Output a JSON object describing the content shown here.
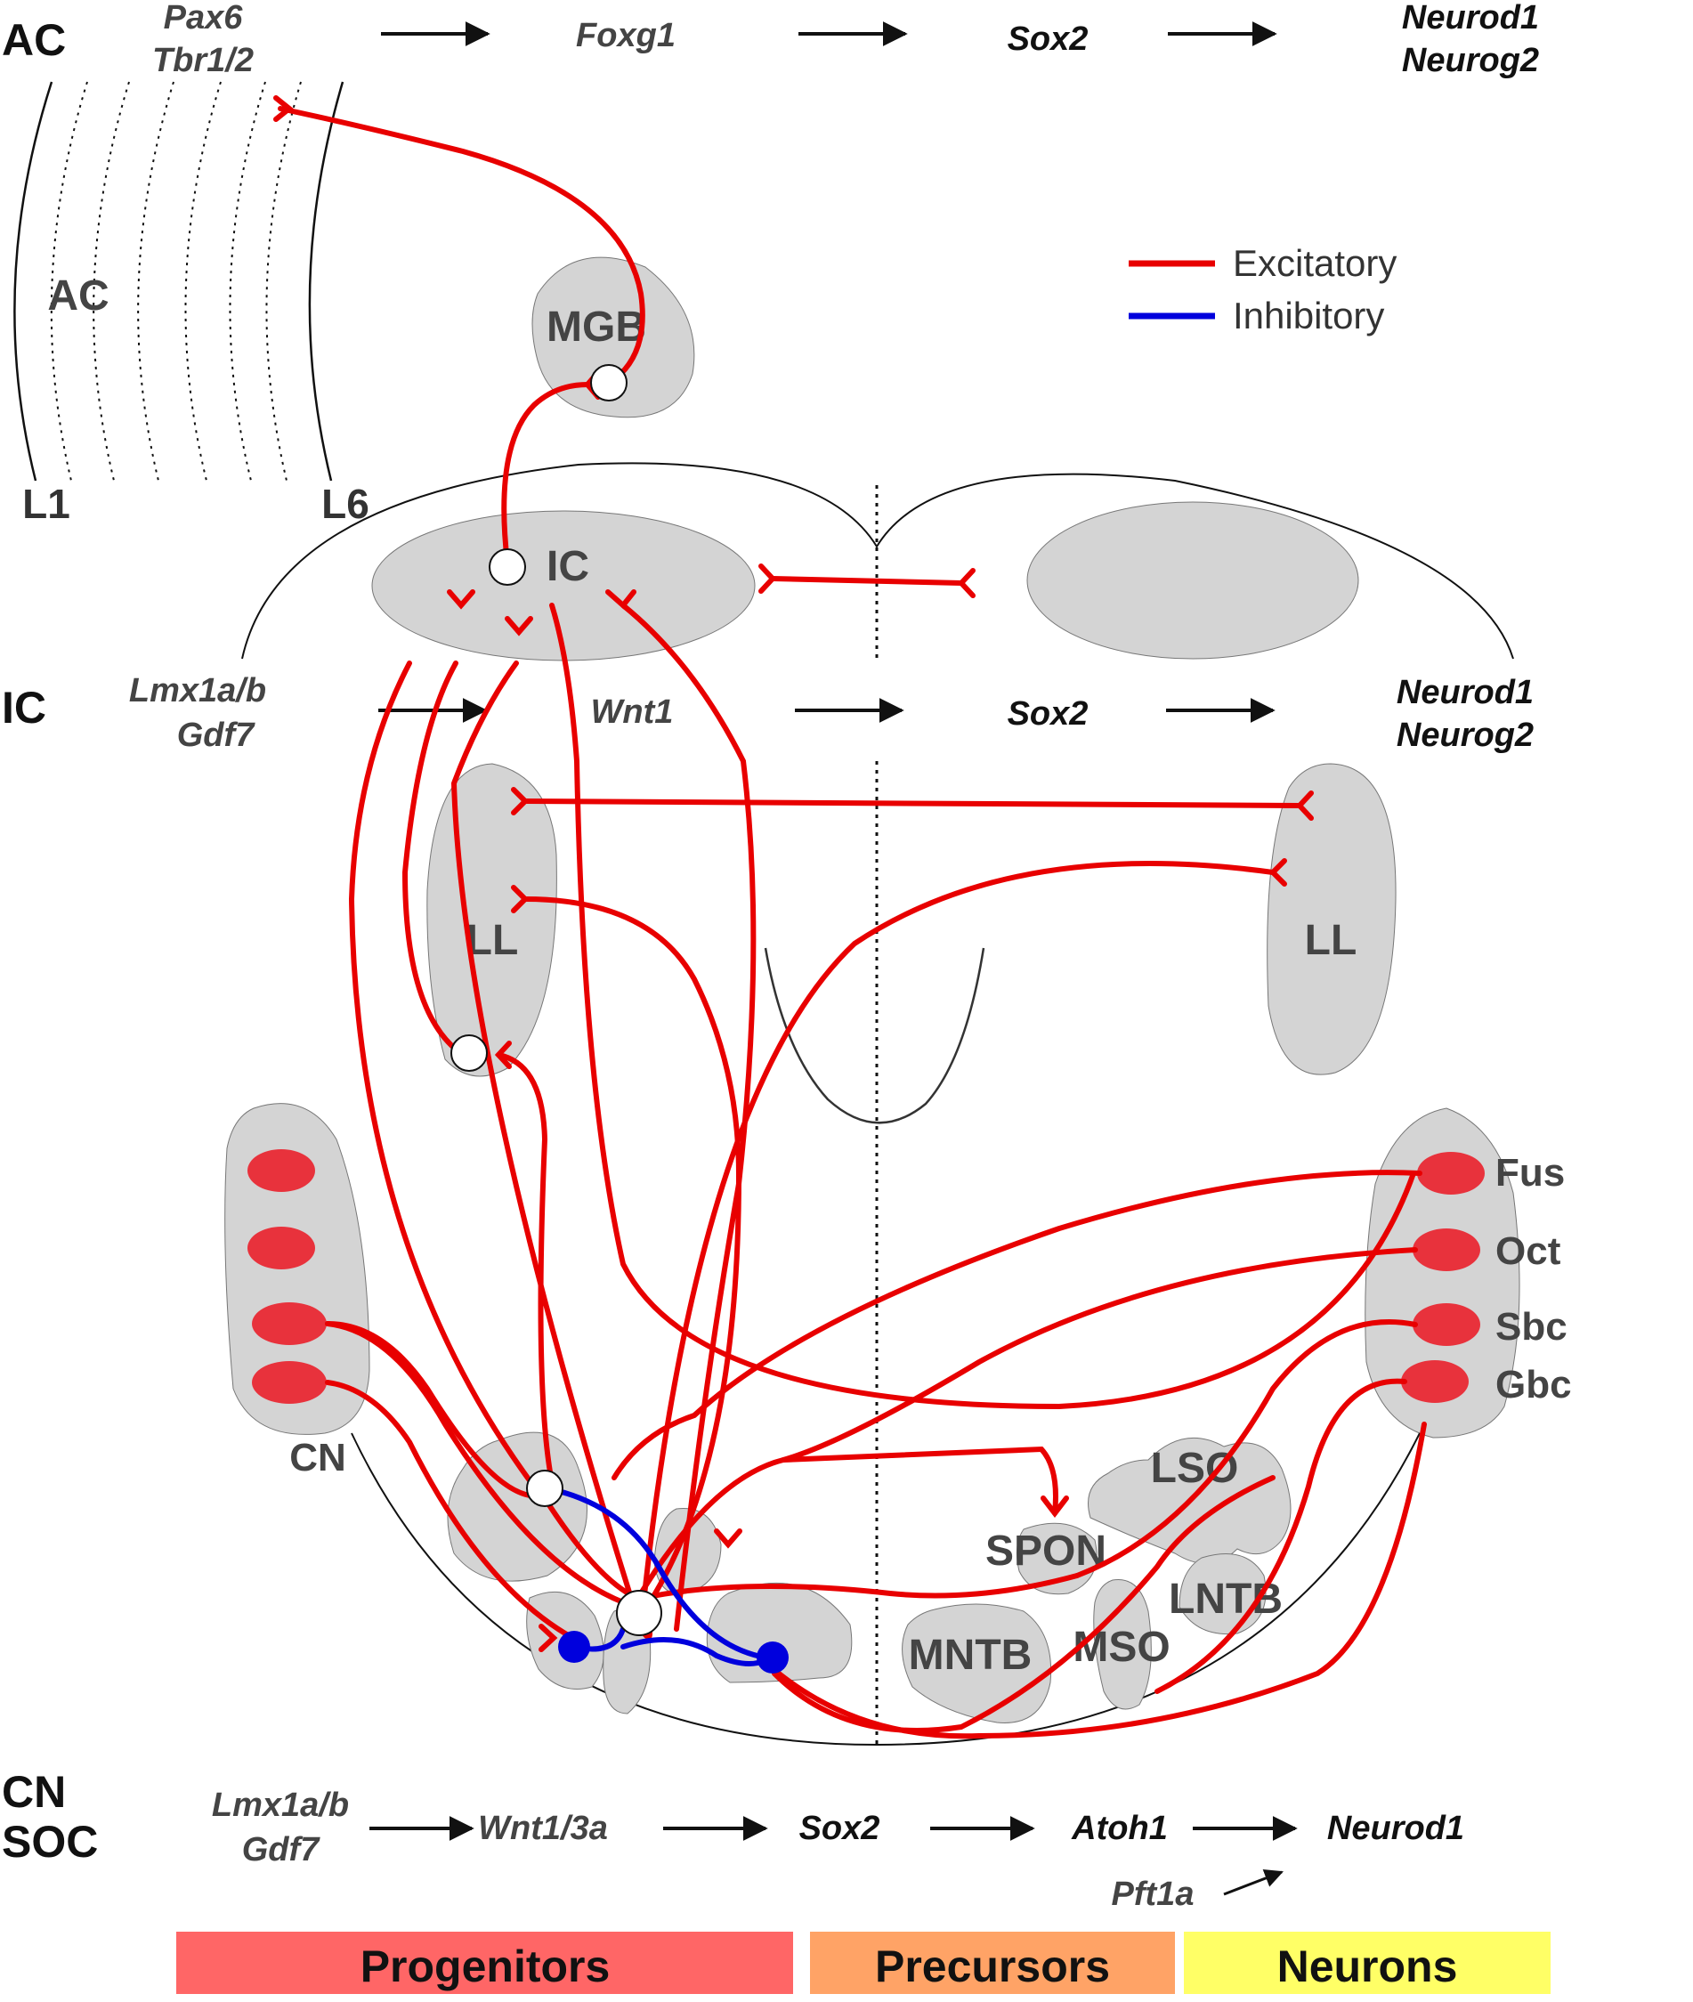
{
  "rows": {
    "ac": {
      "label": "AC",
      "genes": [
        "Pax6",
        "Tbr1/2",
        "Foxg1",
        "Sox2",
        "Neurod1",
        "Neurog2"
      ]
    },
    "ic": {
      "label": "IC",
      "genes": [
        "Lmx1a/b",
        "Gdf7",
        "Wnt1",
        "Sox2",
        "Neurod1",
        "Neurog2"
      ]
    },
    "cn_soc": {
      "label_line1": "CN",
      "label_line2": "SOC",
      "genes": [
        "Lmx1a/b",
        "Gdf7",
        "Wnt1/3a",
        "Sox2",
        "Atoh1",
        "Neurod1",
        "Pft1a"
      ]
    }
  },
  "cortex": {
    "region_label": "AC",
    "layer_first": "L1",
    "layer_last": "L6"
  },
  "nuclei": {
    "mgb": "MGB",
    "ic": "IC",
    "ll_left": "LL",
    "ll_right": "LL",
    "cn": "CN",
    "lso": "LSO",
    "spon": "SPON",
    "lntb": "LNTB",
    "mntb": "MNTB",
    "mso": "MSO"
  },
  "cn_cells": [
    "Fus",
    "Oct",
    "Sbc",
    "Gbc"
  ],
  "legend": {
    "excitatory": "Excitatory",
    "inhibitory": "Inhibitory"
  },
  "stage_bands": [
    {
      "label": "Progenitors",
      "color": "#ff6666"
    },
    {
      "label": "Precursors",
      "color": "#ffa366"
    },
    {
      "label": "Neurons",
      "color": "#ffff66"
    }
  ],
  "colors": {
    "excitatory": "#e80000",
    "inhibitory": "#0000dd",
    "region_fill": "#d4d4d4",
    "cn_cell_fill": "#e8323c"
  }
}
